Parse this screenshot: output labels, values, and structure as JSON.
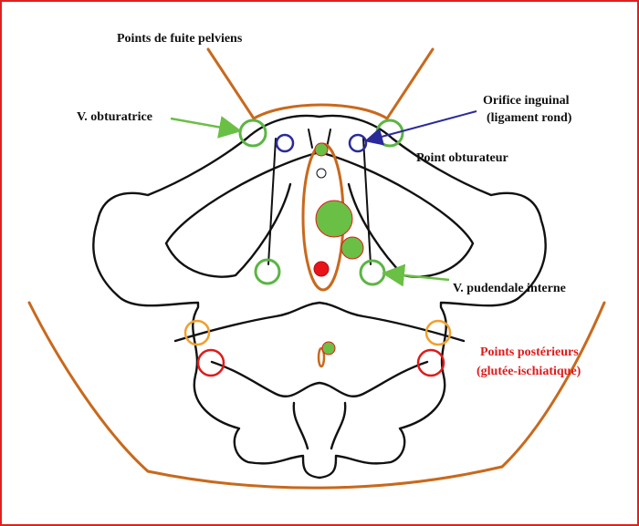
{
  "labels": {
    "pelvic_escape_points": "Points de fuite pelviens",
    "obturator_vein": "V. obturatrice",
    "inguinal_orifice_line1": "Orifice inguinal",
    "inguinal_orifice_line2": "(ligament rond)",
    "obturator_point": "Point obturateur",
    "internal_pudendal_vein": "V. pudendale interne",
    "posterior_points_line1": "Points postérieurs",
    "posterior_points_line2": "(glutée-ischiatique)"
  },
  "colors": {
    "border": "#e02020",
    "bone_outline": "#111111",
    "orange_lines": "#c8691c",
    "green_circles": "#5bb544",
    "green_fill": "#6abf45",
    "blue_circles": "#2a2a9a",
    "red_circles": "#e01a1a",
    "red_fill": "#e8141a",
    "light_orange_circles": "#f0a030",
    "green_arrow": "#6abf45",
    "blue_arrow": "#2a2a9a",
    "red_label": "#e01a1a"
  }
}
